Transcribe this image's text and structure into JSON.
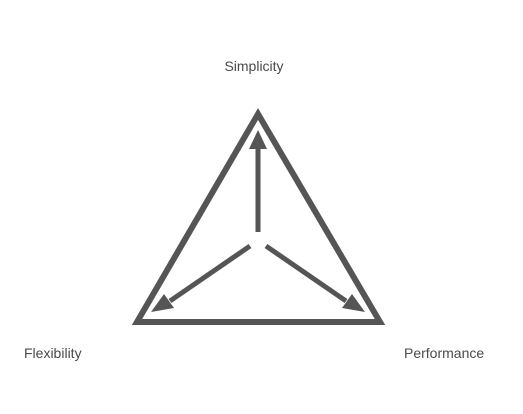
{
  "diagram": {
    "labels": {
      "top": "Simplicity",
      "left": "Flexibility",
      "right": "Performance"
    },
    "colors": {
      "stroke": "#555555",
      "text": "#4a4a4a",
      "background": "#ffffff"
    }
  }
}
